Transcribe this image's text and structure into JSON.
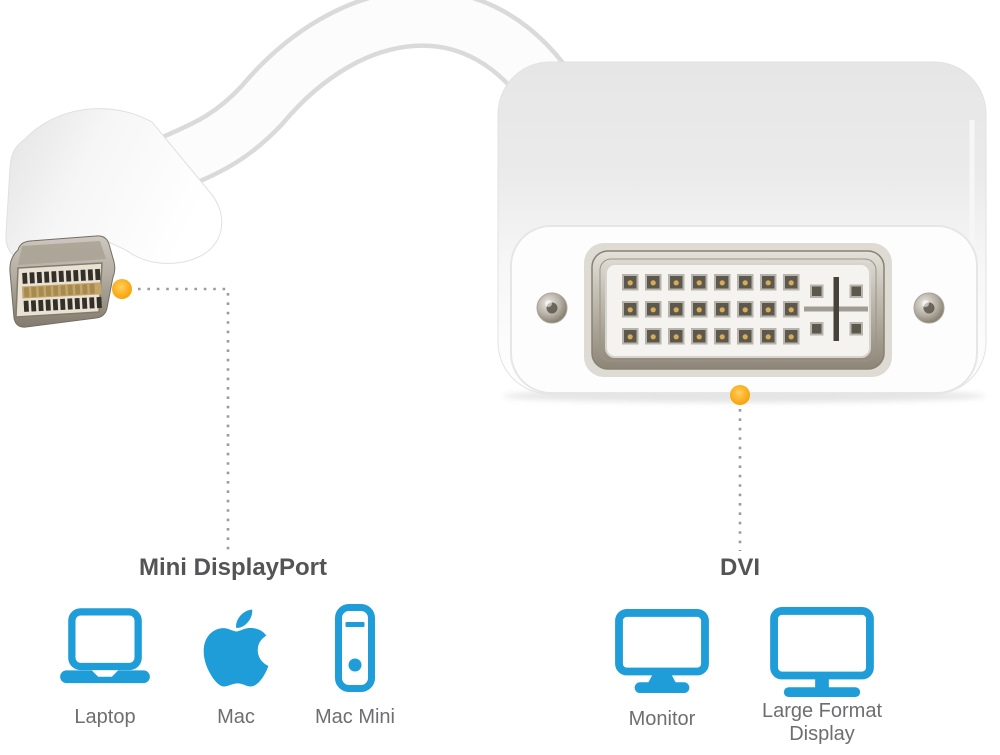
{
  "callouts": {
    "mini_displayport": {
      "label": "Mini DisplayPort"
    },
    "dvi": {
      "label": "DVI"
    }
  },
  "devices": {
    "mini_displayport": [
      {
        "icon": "laptop-icon",
        "label": "Laptop"
      },
      {
        "icon": "apple-logo-icon",
        "label": "Mac"
      },
      {
        "icon": "mac-mini-icon",
        "label": "Mac Mini"
      }
    ],
    "dvi": [
      {
        "icon": "monitor-icon",
        "label": "Monitor"
      },
      {
        "icon": "large-format-display-icon",
        "label": "Large Format Display"
      }
    ]
  },
  "colors": {
    "device_icon_blue": "#1E9DD8",
    "callout_dot_orange": "#FBAD1E",
    "heading_text": "#545456",
    "caption_text": "#6D6E71",
    "dotted_line": "#9B9B9B",
    "background": "#FFFFFF"
  }
}
